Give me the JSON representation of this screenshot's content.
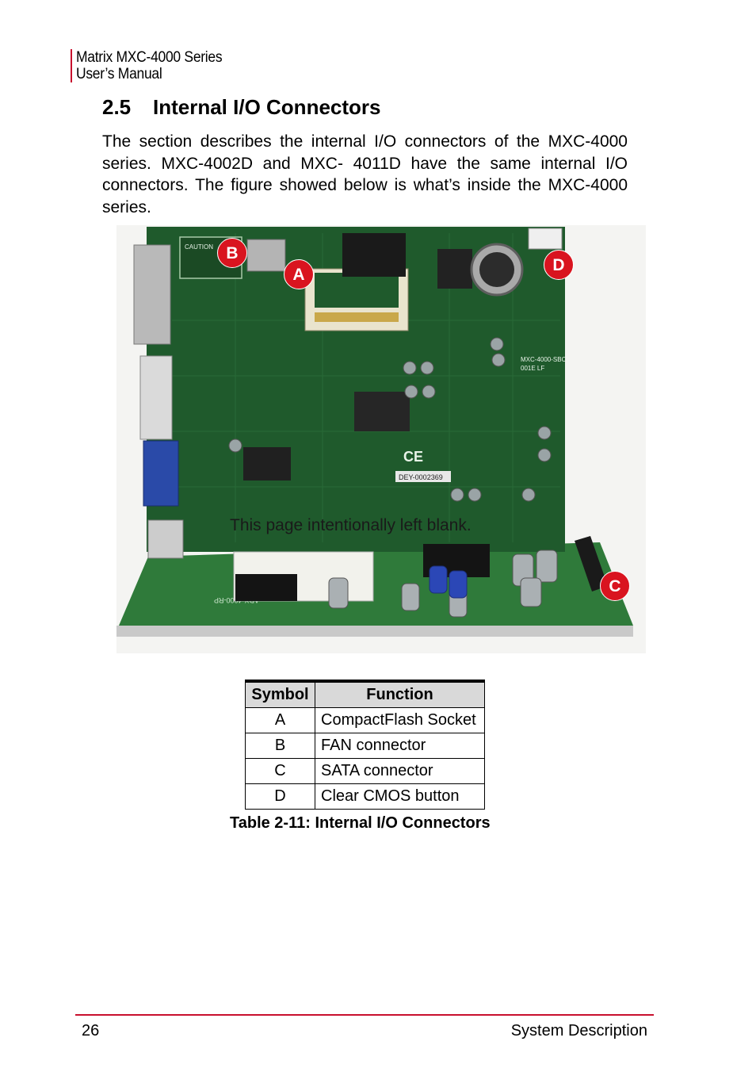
{
  "header": {
    "line1": "Matrix MXC-4000 Series",
    "line2": "User’s Manual"
  },
  "section": {
    "number": "2.5",
    "title": "Internal I/O Connectors"
  },
  "intro": "The section describes the internal I/O connectors of the MXC-4000 series. MXC-4002D and MXC- 4011D have the same internal I/O connectors. The figure showed below is what’s inside the MXC-4000 series.",
  "figure": {
    "callouts": {
      "a": "A",
      "b": "B",
      "c": "C",
      "d": "D"
    },
    "overlay_text": "This page intentionally left blank.",
    "board_labels": {
      "caution": "CAUTION",
      "model": "MXC-4000-SBC",
      "rev": "001E  LF",
      "serial": "DEY-0002369",
      "ce": "CE",
      "addon": "ADX-4000-RP"
    },
    "colors": {
      "pcb": "#1f5a2c",
      "callout": "#d9141f"
    }
  },
  "table": {
    "headers": {
      "symbol": "Symbol",
      "function": "Function"
    },
    "rows": [
      {
        "symbol": "A",
        "function": "CompactFlash Socket"
      },
      {
        "symbol": "B",
        "function": "FAN connector"
      },
      {
        "symbol": "C",
        "function": "SATA connector"
      },
      {
        "symbol": "D",
        "function": "Clear CMOS button"
      }
    ],
    "caption": "Table  2-11: Internal I/O Connectors"
  },
  "footer": {
    "page": "26",
    "chapter": "System Description"
  }
}
